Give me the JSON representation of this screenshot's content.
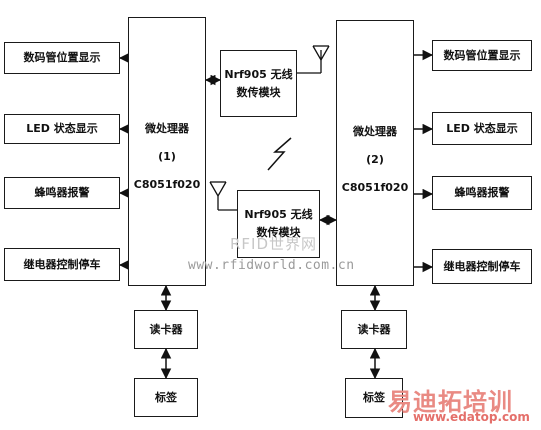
{
  "left": {
    "outputs": [
      "数码管位置显示",
      "LED 状态显示",
      "蜂鸣器报警",
      "继电器控制停车"
    ],
    "processor": {
      "title": "微处理器",
      "index": "(1)",
      "model": "C8051f020"
    },
    "reader": "读卡器",
    "tag": "标签"
  },
  "right": {
    "outputs": [
      "数码管位置显示",
      "LED 状态显示",
      "蜂鸣器报警",
      "继电器控制停车"
    ],
    "processor": {
      "title": "微处理器",
      "index": "(2)",
      "model": "C8051f020"
    },
    "reader": "读卡器",
    "tag": "标签"
  },
  "radio_top": {
    "line1": "Nrf905 无线",
    "line2": "数传模块"
  },
  "radio_bottom": {
    "line1": "Nrf905 无线",
    "line2": "数传模块"
  },
  "watermarks": {
    "rfid_cn": "RFID世界网",
    "rfid_url": "www.rfidworld.com.cn",
    "edatop_cn": "易迪拓培训",
    "edatop_url": "www.edatop.com"
  }
}
